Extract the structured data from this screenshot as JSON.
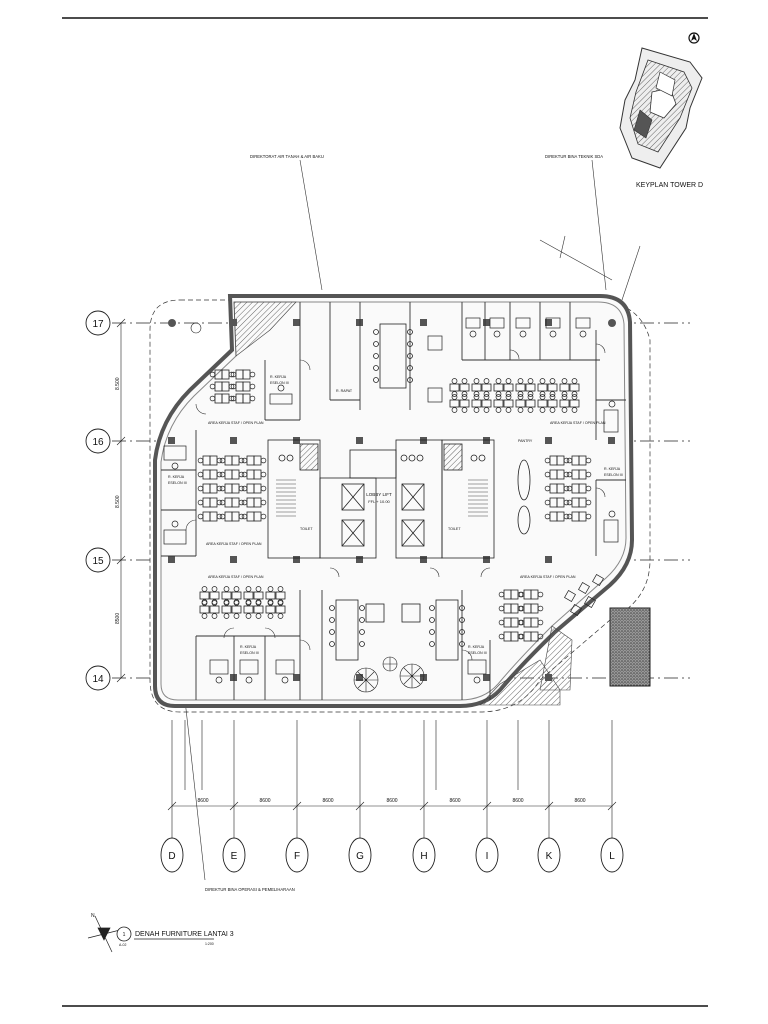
{
  "sheet": {
    "title": "DENAH FURNITURE LANTAI 3",
    "scale": "1:200",
    "view_number": "1",
    "view_ref": "A-02"
  },
  "keyplan": {
    "label": "KEYPLAN TOWER D"
  },
  "callouts": {
    "air_tanah": "DIREKTORAT AIR TANAH & AIR BAKU",
    "bina_teknik": "DIREKTUR BINA TEKNIK SDA",
    "bina_operasi": "DIREKTUR BINA OPERASI & PEMELIHARAAN"
  },
  "grid": {
    "rows": [
      "17",
      "16",
      "15",
      "14"
    ],
    "row_spacings": [
      "8.500",
      "8.500",
      "8500"
    ],
    "columns": [
      "D",
      "E",
      "F",
      "G",
      "H",
      "I",
      "K",
      "L"
    ],
    "column_spacings": [
      "8600",
      "8600",
      "8600",
      "8600",
      "8600",
      "8600",
      "8600"
    ]
  },
  "rooms": {
    "lobby": "LOBBY LIFT",
    "lobby_sub": "FFL + 10.00",
    "area_kerja": "AREA KERJA STAF / OPEN PLAN",
    "ruang_kerja": "R. KERJA",
    "eselon": "ESELON III",
    "pantry": "PANTRY",
    "meeting": "R. RAPAT",
    "toilet": "TOILET"
  }
}
